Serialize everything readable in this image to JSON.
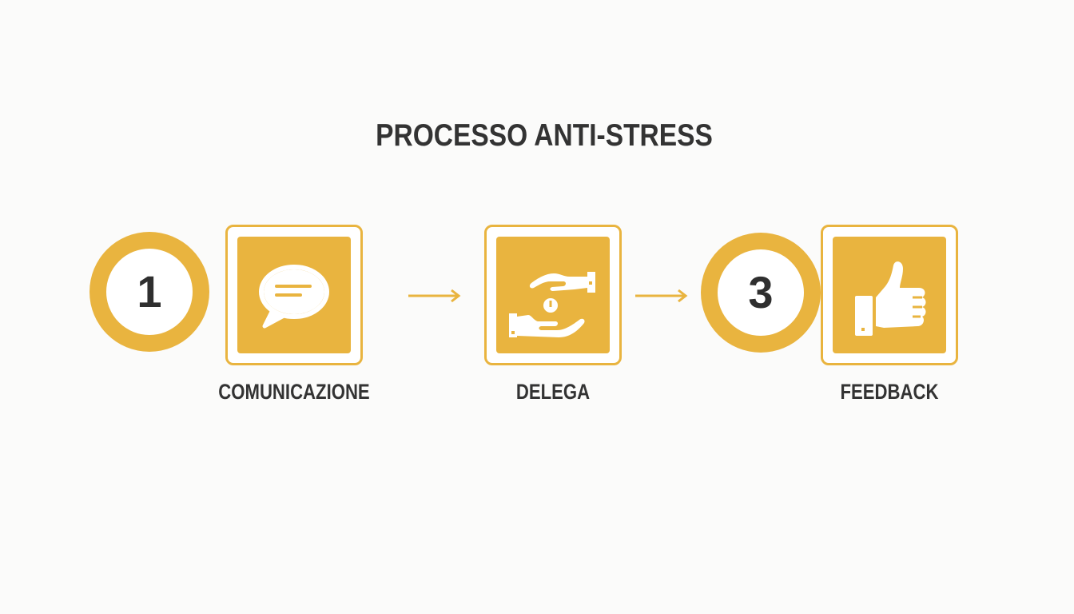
{
  "title": "PROCESSO ANTI-STRESS",
  "steps": [
    {
      "number": "1",
      "label": "COMUNICAZIONE",
      "icon": "speech-bubble-icon"
    },
    {
      "number": "",
      "label": "DELEGA",
      "icon": "handover-hands-icon"
    },
    {
      "number": "3",
      "label": "FEEDBACK",
      "icon": "thumbs-up-icon"
    }
  ],
  "colors": {
    "accent": "#e9b43f",
    "text": "#333333",
    "background": "#fbfbfa"
  }
}
